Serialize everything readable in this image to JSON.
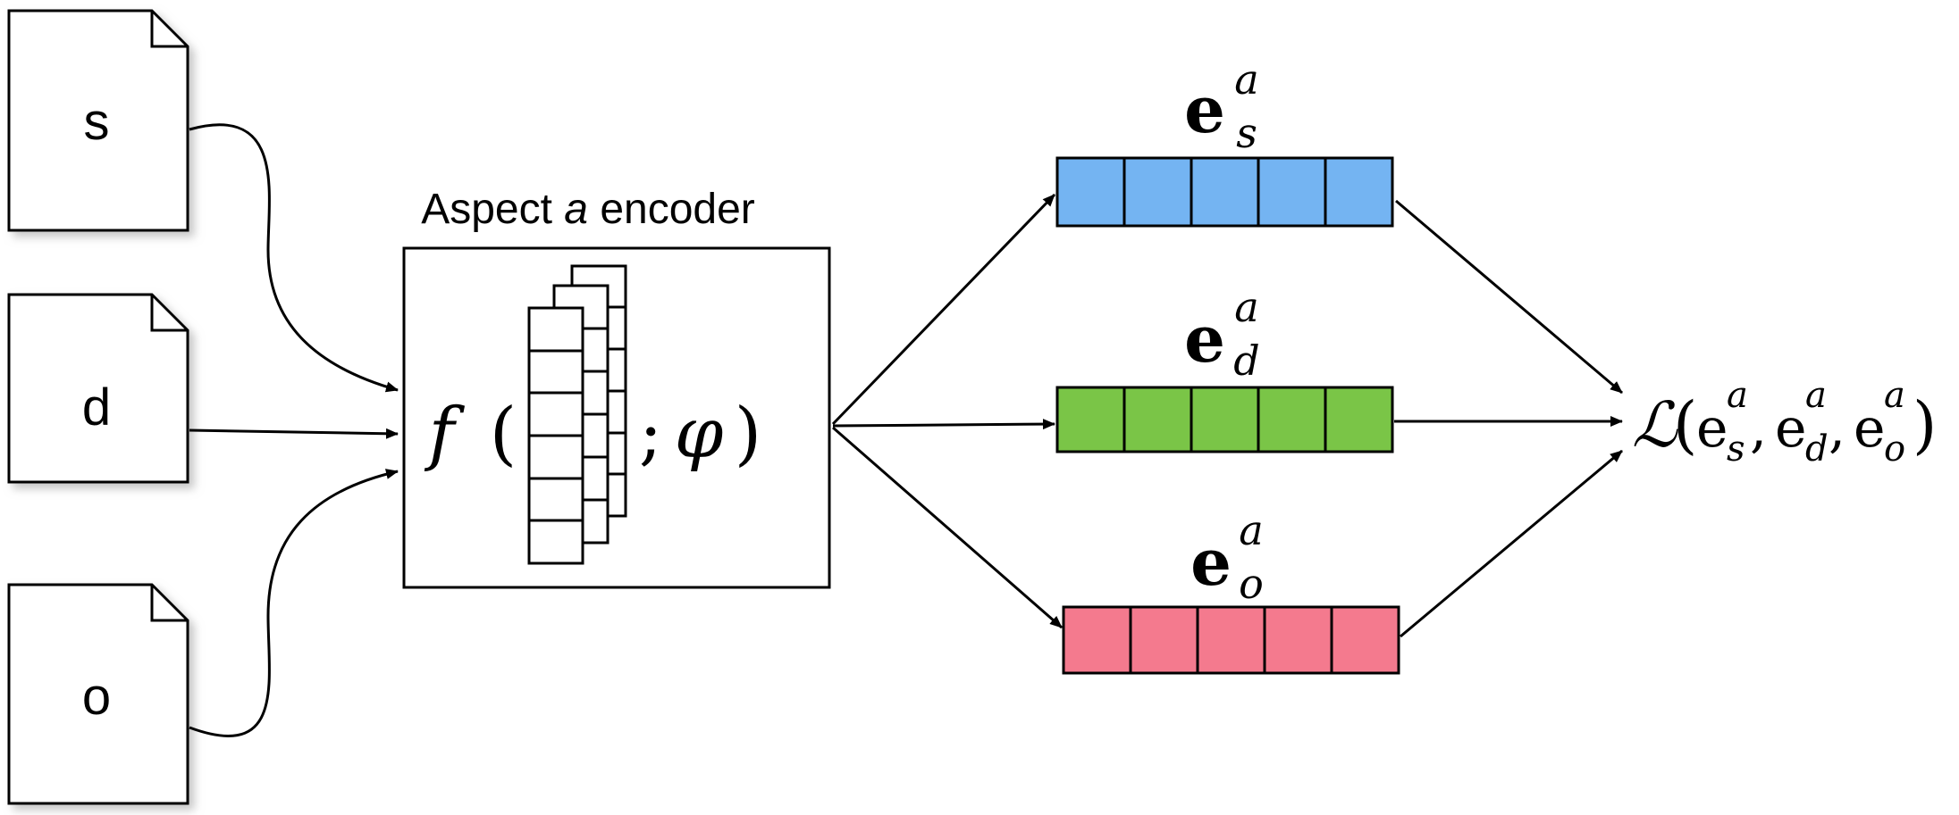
{
  "documents": [
    {
      "letter": "s"
    },
    {
      "letter": "d"
    },
    {
      "letter": "o"
    }
  ],
  "encoder": {
    "title_prefix": "Aspect ",
    "title_var": "a",
    "title_suffix": " encoder",
    "func_name": "f",
    "open_paren": "(",
    "semicolon": ";",
    "param": "φ",
    "close_paren": ")"
  },
  "embeddings": [
    {
      "base": "e",
      "superscript": "a",
      "subscript": "s",
      "color": "#74b4f2"
    },
    {
      "base": "e",
      "superscript": "a",
      "subscript": "d",
      "color": "#7ac547"
    },
    {
      "base": "e",
      "superscript": "a",
      "subscript": "o",
      "color": "#f47a8e"
    }
  ],
  "loss": {
    "symbol": "ℒ",
    "open": "(",
    "base": "e",
    "sup": "a",
    "subs": [
      "s",
      "d",
      "o"
    ],
    "comma": ",",
    "close": ")"
  },
  "colors": {
    "stroke": "#000000",
    "shadow": "#c8c8c8"
  }
}
